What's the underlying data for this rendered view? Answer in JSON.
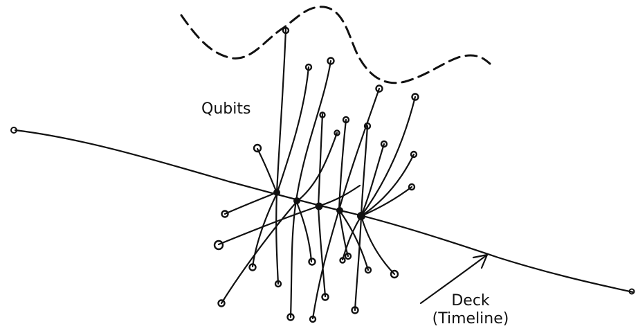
{
  "labels": {
    "qubits": "Qubits",
    "deck": "Deck",
    "deck_sub": "(Timeline)"
  },
  "colors": {
    "ink": "#111111",
    "background": "#ffffff"
  }
}
